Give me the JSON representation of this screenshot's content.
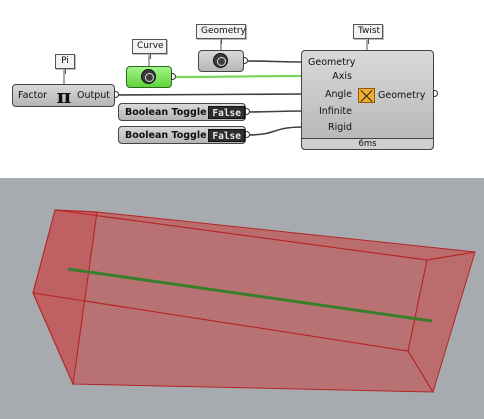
{
  "canvas": {
    "tags": {
      "pi": "Pi",
      "curve": "Curve",
      "geometry": "Geometry",
      "twist": "Twist"
    },
    "pi_component": {
      "input": "Factor",
      "symbol": "π",
      "output": "Output"
    },
    "toggles": [
      {
        "label": "Boolean Toggle",
        "value": "False"
      },
      {
        "label": "Boolean Toggle",
        "value": "False"
      }
    ],
    "twist_component": {
      "inputs": [
        "Geometry",
        "Axis",
        "Angle",
        "Infinite",
        "Rigid"
      ],
      "output": "Geometry",
      "timer": "6ms"
    },
    "colors": {
      "wire": "#3f3f3f",
      "wire_curve": "#7bd35c",
      "curve_param": "#6fdc48",
      "twist_icon": "#f2ad2c"
    },
    "icons": {
      "pi": "pi-icon",
      "curve": "curve-param-icon",
      "geometry": "geometry-param-icon",
      "twist": "twist-icon"
    }
  },
  "viewport": {
    "background": "#a7aaae",
    "box_color": "#cc3a3a",
    "axis_color": "#3a7d2a"
  }
}
